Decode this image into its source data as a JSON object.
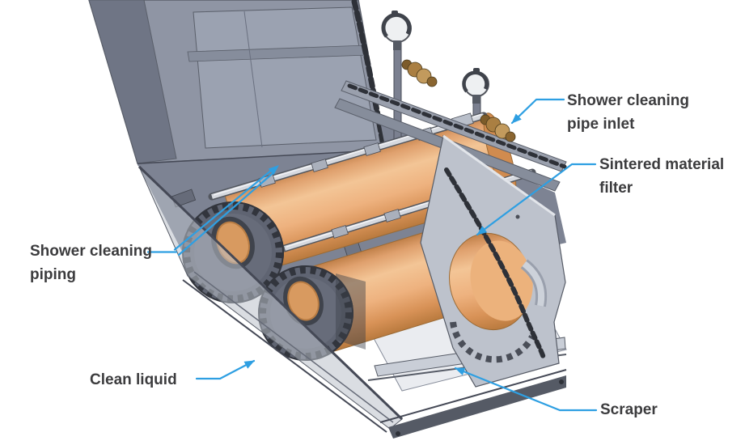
{
  "background": "#ffffff",
  "colors": {
    "label_text": "#3c3c3e",
    "leader_blue": "#2e9fe2",
    "flow_cyan": "#25b9ea",
    "flow_green": "#7cc242",
    "arrow_shadow": "#1a1c20",
    "roller_orange": "#eaa76e",
    "housing_gray": "#9aa0ad",
    "housing_dark": "#6f7585",
    "brass": "#b5894a",
    "gauge_face": "#eef0f2",
    "floor_light": "#eaecf0"
  },
  "labels": {
    "shower_inlet": "Shower cleaning pipe inlet",
    "sintered_filter": "Sintered material filter",
    "shower_piping": "Shower cleaning piping",
    "clean_liquid": "Clean liquid",
    "scraper": "Scraper"
  }
}
